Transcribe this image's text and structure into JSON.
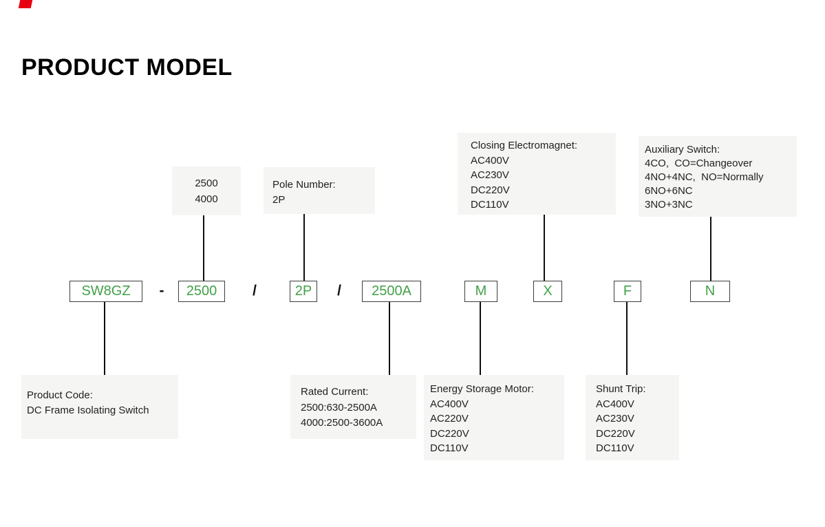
{
  "page": {
    "title": "PRODUCT MODEL"
  },
  "colors": {
    "accent_green": "#43a047",
    "callout_bg": "#f5f5f3",
    "line_black": "#0d0d0d",
    "logo_red": "#e60012"
  },
  "model_row": {
    "product_code": "SW8GZ",
    "sep_dash": "-",
    "frame_size": "2500",
    "sep_slash1": "/",
    "pole_number": "2P",
    "sep_slash2": "/",
    "rated_current": "2500A",
    "energy_storage_motor": "M",
    "closing_electromagnet": "X",
    "shunt_trip": "F",
    "auxiliary_switch": "N"
  },
  "callouts": {
    "frame_size": {
      "lines": [
        "2500",
        "4000"
      ]
    },
    "pole_number": {
      "lines": [
        "Pole Number:",
        "2P"
      ]
    },
    "closing_electromagnet": {
      "lines": [
        "Closing Electromagnet:",
        "AC400V",
        "AC230V",
        "DC220V",
        "DC110V"
      ]
    },
    "auxiliary_switch": {
      "lines": [
        "Auxiliary Switch:",
        "4CO,  CO=Changeover",
        "4NO+4NC,  NO=Normally",
        "6NO+6NC",
        "3NO+3NC"
      ]
    },
    "product_code": {
      "lines": [
        "Product Code:",
        "DC Frame Isolating Switch"
      ]
    },
    "rated_current": {
      "lines": [
        "Rated Current:",
        "2500:630-2500A",
        "4000:2500-3600A"
      ]
    },
    "energy_storage_motor": {
      "lines": [
        "Energy Storage Motor:",
        "AC400V",
        "AC220V",
        "DC220V",
        "DC110V"
      ]
    },
    "shunt_trip": {
      "lines": [
        "Shunt Trip:",
        "AC400V",
        "AC230V",
        "DC220V",
        "DC110V"
      ]
    }
  }
}
